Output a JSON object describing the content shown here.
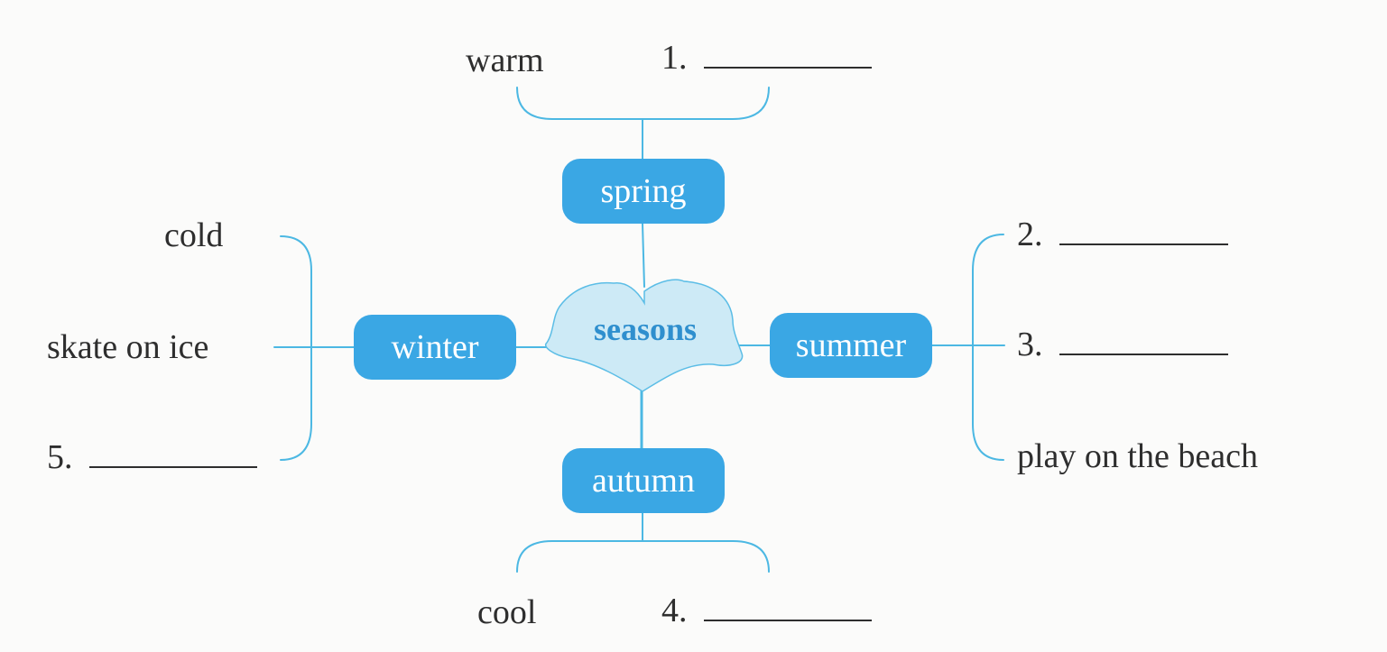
{
  "center": {
    "label": "seasons"
  },
  "seasons": {
    "spring": "spring",
    "winter": "winter",
    "summer": "summer",
    "autumn": "autumn"
  },
  "spring_items": {
    "left": "warm",
    "right_number": "1."
  },
  "summer_items": {
    "top_number": "2.",
    "middle_number": "3.",
    "bottom": "play on the beach"
  },
  "autumn_items": {
    "left": "cool",
    "right_number": "4."
  },
  "winter_items": {
    "top": "cold",
    "middle": "skate on ice",
    "bottom_number": "5."
  },
  "colors": {
    "pill": "#3aa7e4",
    "line": "#4cb8e3",
    "leaf_fill": "#cdeaf6",
    "leaf_stroke": "#5bbde6",
    "center_text": "#2f8fce"
  }
}
